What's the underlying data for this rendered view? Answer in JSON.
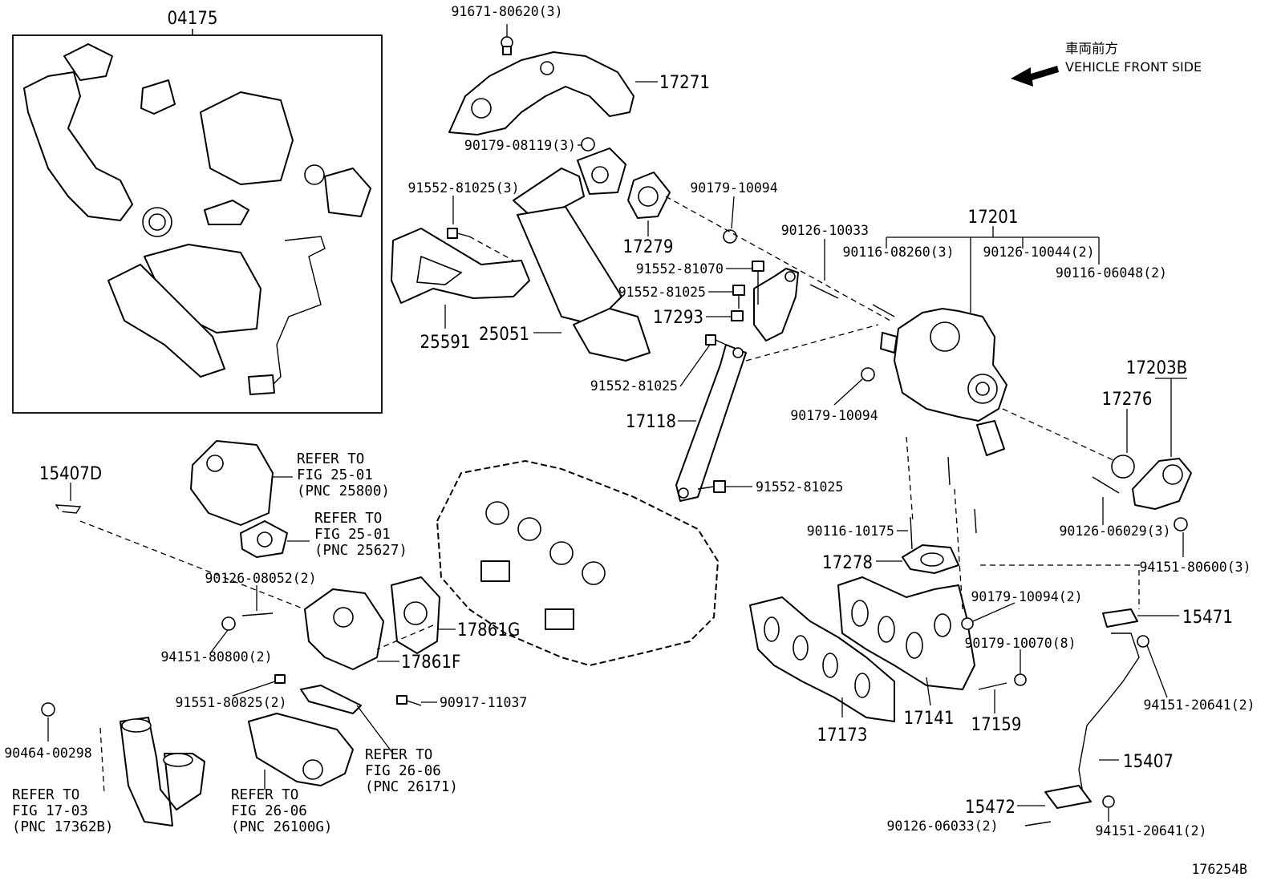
{
  "vehicle_front": {
    "jp": "車両前方",
    "en": "VEHICLE FRONT SIDE"
  },
  "figure_id": "176254B",
  "kit_box": {
    "label": "04175"
  },
  "parts": {
    "p17271": "17271",
    "p91671": "91671-80620(3)",
    "p90179_08119": "90179-08119(3)",
    "p91552_81025_3": "91552-81025(3)",
    "p25591": "25591",
    "p25051": "25051",
    "p17279": "17279",
    "p90179_10094_a": "90179-10094",
    "p90126_10033": "90126-10033",
    "p17201": "17201",
    "p90116_08260": "90116-08260(3)",
    "p90126_10044": "90126-10044(2)",
    "p90116_06048": "90116-06048(2)",
    "p91552_81070": "91552-81070",
    "p91552_81025_b": "91552-81025",
    "p17293": "17293",
    "p91552_81025_c": "91552-81025",
    "p17118": "17118",
    "p91552_81025_d": "91552-81025",
    "p90179_10094_b": "90179-10094",
    "p17203B": "17203B",
    "p17276": "17276",
    "p90126_06029": "90126-06029(3)",
    "p94151_80600": "94151-80600(3)",
    "p90116_10175": "90116-10175",
    "p17278": "17278",
    "p90179_10094_c": "90179-10094(2)",
    "p15471": "15471",
    "p90179_10070": "90179-10070(8)",
    "p94151_20641_a": "94151-20641(2)",
    "p17141": "17141",
    "p17173": "17173",
    "p17159": "17159",
    "p15407": "15407",
    "p15472": "15472",
    "p90126_06033": "90126-06033(2)",
    "p94151_20641_b": "94151-20641(2)",
    "p15407D": "15407D",
    "p90126_08052": "90126-08052(2)",
    "p94151_80800": "94151-80800(2)",
    "p17861G": "17861G",
    "p17861F": "17861F",
    "p91551_80825": "91551-80825(2)",
    "p90917_11037": "90917-11037",
    "p90464_00298": "90464-00298"
  },
  "refs": {
    "r1": [
      "REFER TO",
      "FIG 25-01",
      "(PNC 25800)"
    ],
    "r2": [
      "REFER TO",
      "FIG 25-01",
      "(PNC 25627)"
    ],
    "r3": [
      "REFER TO",
      "FIG 26-06",
      "(PNC 26171)"
    ],
    "r4": [
      "REFER TO",
      "FIG 26-06",
      "(PNC 26100G)"
    ],
    "r5": [
      "REFER TO",
      "FIG 17-03",
      "(PNC 17362B)"
    ]
  }
}
